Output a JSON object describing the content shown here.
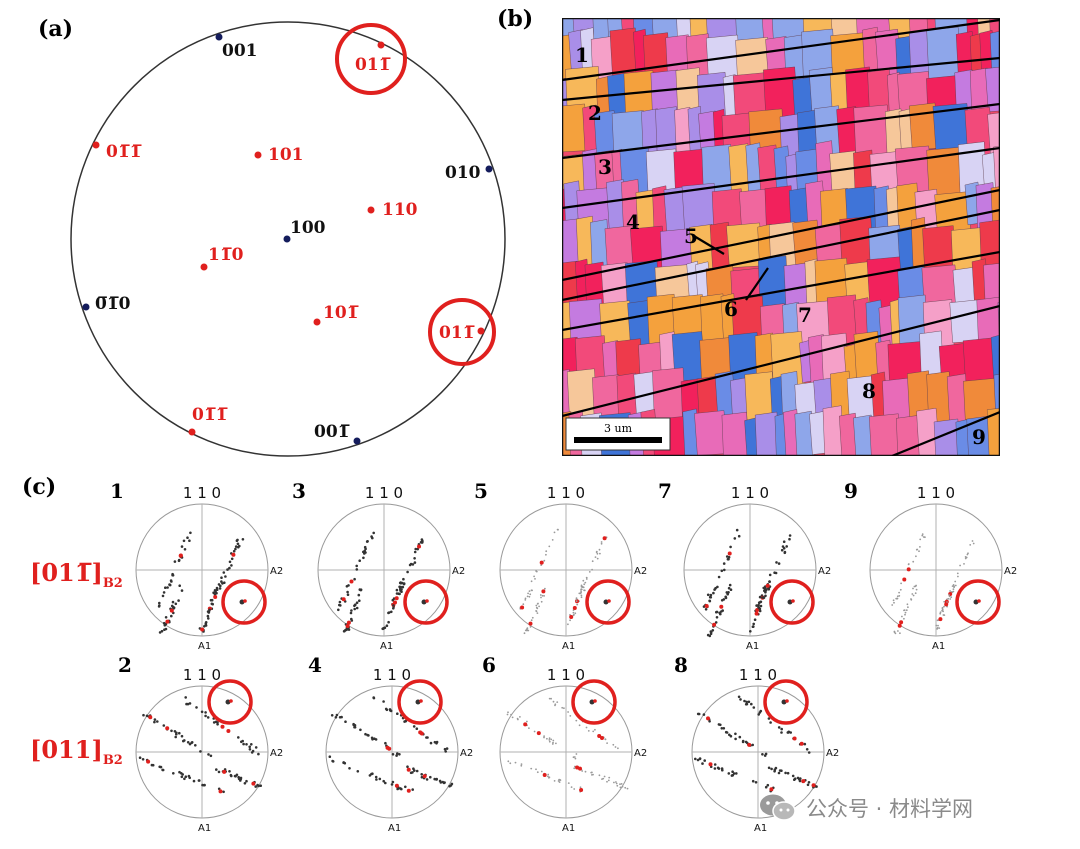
{
  "panels": {
    "a": "(a)",
    "b": "(b)",
    "c": "(c)"
  },
  "stereo": {
    "black_poles": [
      {
        "id": "p001",
        "label": "001"
      },
      {
        "id": "p010",
        "label": "010"
      },
      {
        "id": "p100",
        "label": "100"
      },
      {
        "id": "p0m10",
        "label": "0̅1̅0"
      },
      {
        "id": "p00m1",
        "label": "001̅"
      }
    ],
    "red_poles": [
      {
        "id": "r011top",
        "label": "011̅",
        "circled": true
      },
      {
        "id": "r0m1m1",
        "label": "01̅1̅"
      },
      {
        "id": "r101",
        "label": "101"
      },
      {
        "id": "r110",
        "label": "110"
      },
      {
        "id": "r1m10",
        "label": "11̅0"
      },
      {
        "id": "r10m1",
        "label": "101̅"
      },
      {
        "id": "r01m1",
        "label": "011̅",
        "circled": true
      },
      {
        "id": "r0m1m1b",
        "label": "01̅1̅"
      }
    ]
  },
  "ebsd": {
    "scale_bar": "3 um",
    "regions": [
      "1",
      "2",
      "3",
      "4",
      "5",
      "6",
      "7",
      "8",
      "9"
    ]
  },
  "pole_figures": {
    "title": "1 1 0",
    "axis_right": "A2",
    "axis_bottom": "A1",
    "items": [
      {
        "num": "1",
        "row": "top"
      },
      {
        "num": "3",
        "row": "top"
      },
      {
        "num": "5",
        "row": "top"
      },
      {
        "num": "7",
        "row": "top"
      },
      {
        "num": "9",
        "row": "top"
      },
      {
        "num": "2",
        "row": "bottom"
      },
      {
        "num": "4",
        "row": "bottom"
      },
      {
        "num": "6",
        "row": "bottom"
      },
      {
        "num": "8",
        "row": "bottom"
      }
    ]
  },
  "row_labels": {
    "top": "[011̅]",
    "bottom": "[011]",
    "sub": "B2"
  },
  "watermark": "公众号 · 材料学网",
  "colors": {
    "red": "#e0201e",
    "navy": "#141c5c",
    "gray_watermark": "#8a8a8a"
  }
}
